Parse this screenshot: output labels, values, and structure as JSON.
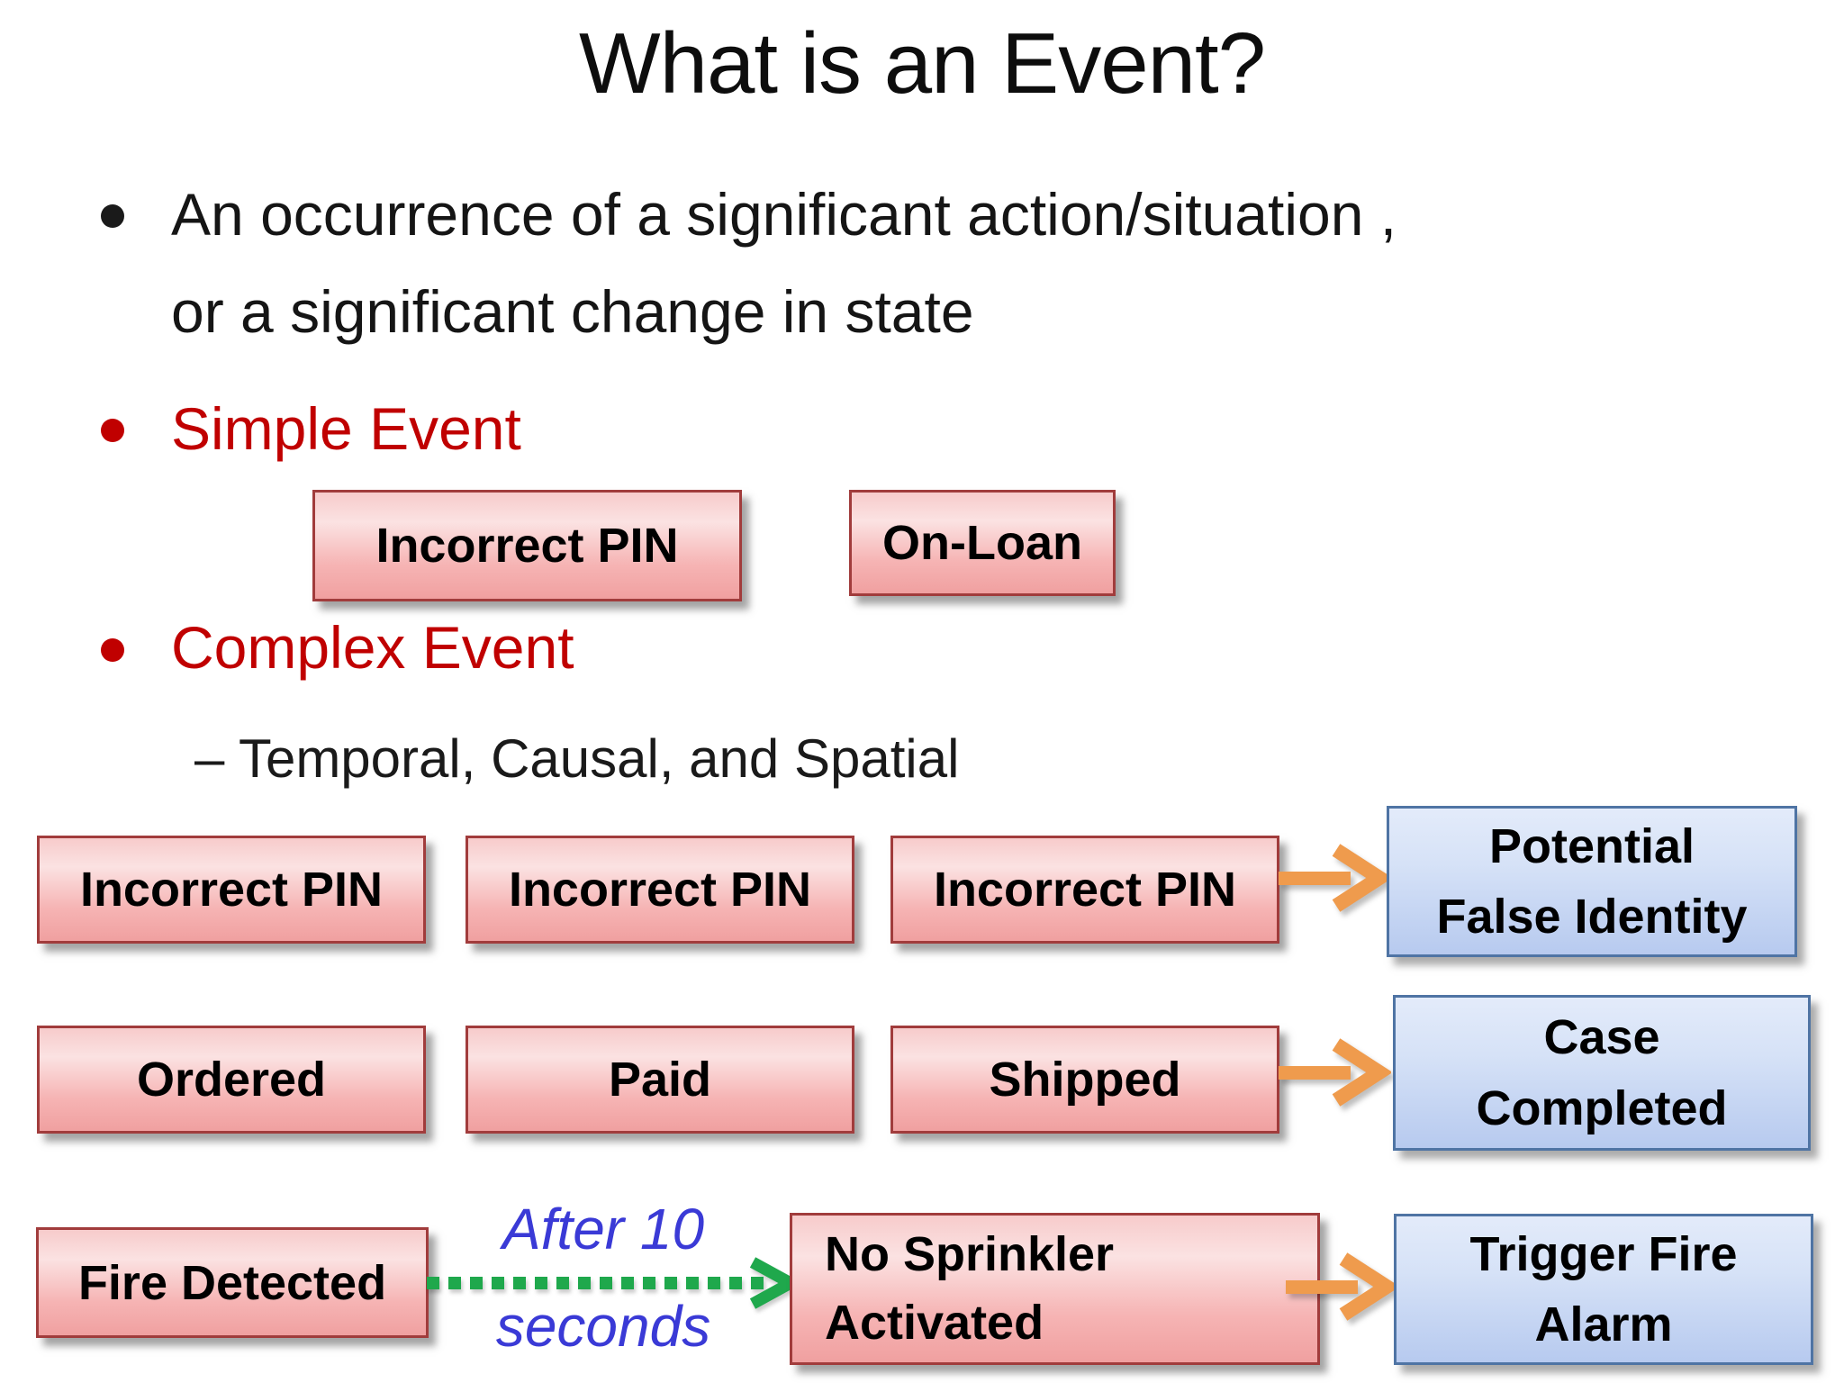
{
  "slide_title": "What is an Event?",
  "bullet1": {
    "line1": "An occurrence of a significant action/situation ,",
    "line2": "or a significant change in state"
  },
  "headings": {
    "simple_event": "Simple Event",
    "complex_event": "Complex Event"
  },
  "sub_bullet": "– Temporal, Causal, and Spatial",
  "simple_examples": {
    "box1": "Incorrect PIN",
    "box2": "On-Loan"
  },
  "temporal_row": {
    "source1": "Incorrect PIN",
    "source2": "Incorrect PIN",
    "source3": "Incorrect PIN",
    "result_line1": "Potential",
    "result_line2": "False Identity"
  },
  "causal_row": {
    "source1": "Ordered",
    "source2": "Paid",
    "source3": "Shipped",
    "result_line1": "Case",
    "result_line2": "Completed"
  },
  "fire_row": {
    "source": "Fire Detected",
    "delay_label_line1": "After 10",
    "delay_label_line2": "seconds",
    "middle_line1": "No Sprinkler",
    "middle_line2": "Activated",
    "result_line1": "Trigger Fire",
    "result_line2": "Alarm"
  },
  "icons": {
    "flow_arrow": "orange-right-arrow",
    "delay_arrow": "green-dashed-right-arrow",
    "bullet": "filled-circle-dot"
  },
  "colors": {
    "accent_red": "#c00000",
    "pink_box_top": "#fbe2e2",
    "pink_box_bottom": "#f0a0a0",
    "pink_box_border": "#a13c3c",
    "blue_box_top": "#e3ebfa",
    "blue_box_bottom": "#b7caef",
    "blue_box_border": "#4f74a4",
    "arrow_orange": "#ef9b4d",
    "arrow_green": "#1fa84c",
    "delay_label_blue": "#3a3ad6"
  }
}
